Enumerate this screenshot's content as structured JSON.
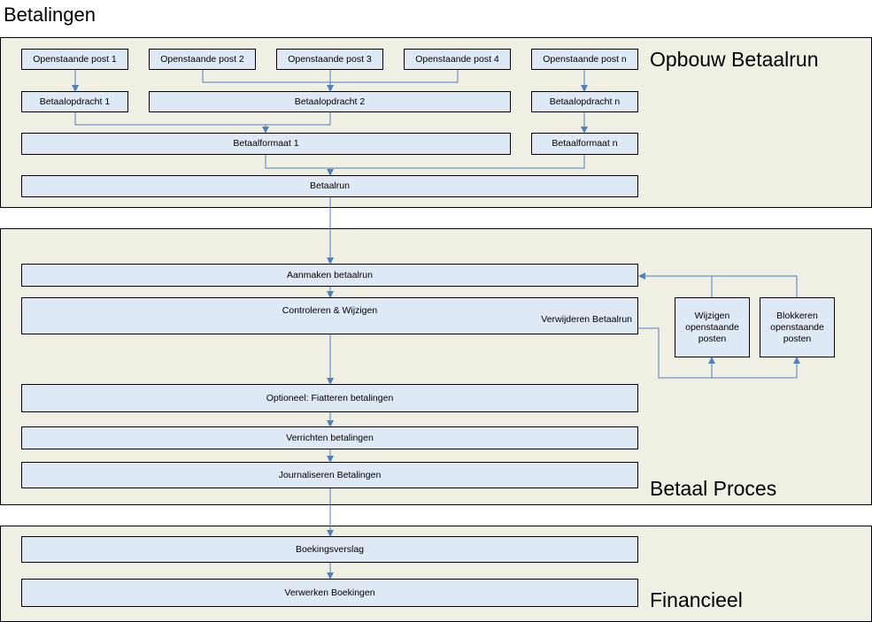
{
  "title": "Betalingen",
  "sections": {
    "opbouw": "Opbouw Betaalrun",
    "proces": "Betaal Proces",
    "financieel": "Financieel"
  },
  "nodes": {
    "post1": "Openstaande post 1",
    "post2": "Openstaande post 2",
    "post3": "Openstaande post 3",
    "post4": "Openstaande post 4",
    "postn": "Openstaande post n",
    "opdracht1": "Betaalopdracht 1",
    "opdracht2": "Betaalopdracht 2",
    "opdrachtn": "Betaalopdracht n",
    "formaat1": "Betaalformaat 1",
    "formaatn": "Betaalformaat n",
    "betaalrun": "Betaalrun",
    "aanmaken": "Aanmaken betaalrun",
    "controleren": "Controleren &  Wijzigen",
    "verwijderen": "Verwijderen Betaalrun",
    "wijzigen": "Wijzigen openstaande posten",
    "blokkeren": "Blokkeren openstaande posten",
    "fiatteren": "Optioneel: Fiatteren betalingen",
    "verrichten": "Verrichten betalingen",
    "journaliseren": "Journaliseren Betalingen",
    "boekingsverslag": "Boekingsverslag",
    "verwerken": "Verwerken Boekingen"
  },
  "colors": {
    "section_fill": "#eff0e3",
    "box_fill": "#dfe8f5",
    "connector": "#4f81bd"
  }
}
